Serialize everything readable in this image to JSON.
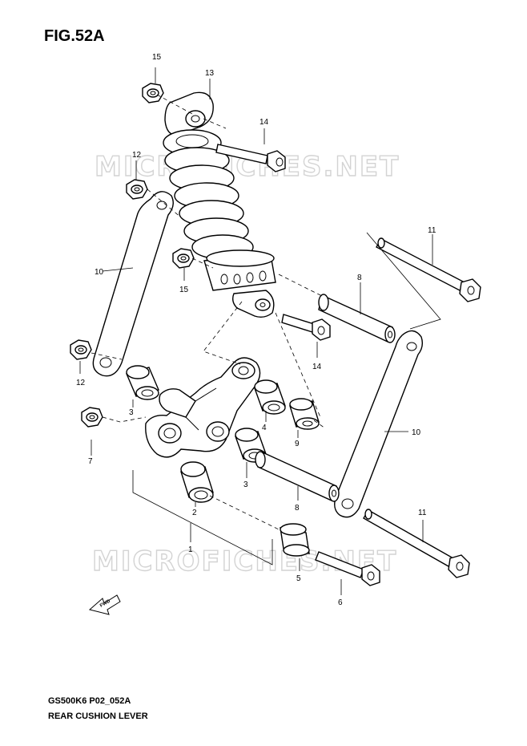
{
  "figure": {
    "title": "FIG.52A"
  },
  "watermark": {
    "text": "MICROFICHES.NET"
  },
  "footer": {
    "model_code": "GS500K6 P02_052A",
    "section_name": "REAR CUSHION LEVER"
  },
  "fwd_label": "FWD",
  "callouts": {
    "c15_top": "15",
    "c13": "13",
    "c14_top": "14",
    "c12": "12",
    "c10_left": "10",
    "c15_mid": "15",
    "c12_bottom": "12",
    "c11_top": "11",
    "c8_top": "8",
    "c14_mid": "14",
    "c3_left": "3",
    "c7": "7",
    "c4": "4",
    "c9": "9",
    "c10_right": "10",
    "c3_mid": "3",
    "c2": "2",
    "c8_bottom": "8",
    "c1": "1",
    "c11_bottom": "11",
    "c5": "5",
    "c6": "6"
  }
}
